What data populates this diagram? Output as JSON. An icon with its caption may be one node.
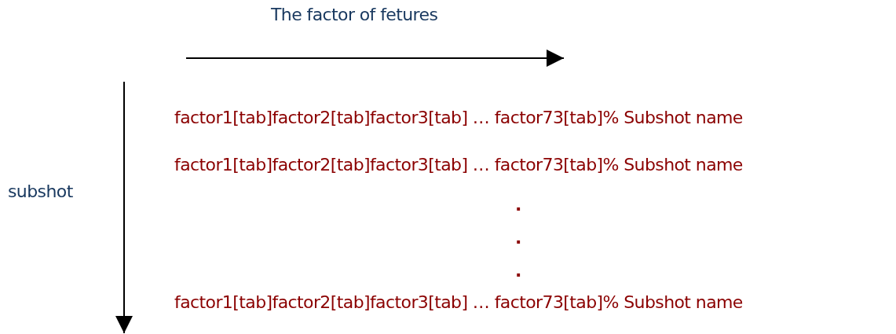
{
  "diagram": {
    "labels": [
      "The factor of fetures",
      "factor1[tab]factor2[tab]factor3[tab] … factor73[tab]% Subshot name",
      "factor1[tab]factor2[tab]factor3[tab] … factor73[tab]% Subshot name",
      "subshot",
      ".",
      ".",
      ".",
      "factor1[tab]factor2[tab]factor3[tab] … factor73[tab]% Subshot name"
    ]
  }
}
